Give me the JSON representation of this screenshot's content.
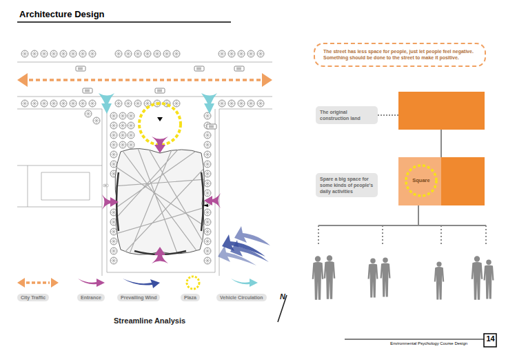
{
  "diagram": {
    "title": "Architecture Design",
    "nodes": [
      {
        "text": [
          "The street has less space for people, just let people feel negative. Something should be done to the street to make it positive."
        ]
      },
      {
        "text": [
          "The original construction land"
        ]
      },
      {
        "text": [
          "Spare a big space for some kinds of people's daily activities"
        ]
      },
      {
        "text": [
          "Square"
        ]
      }
    ],
    "labels": [
      "Streamline Analysis",
      "N",
      "Environmental Psychology Course Design",
      "14"
    ],
    "legend": [
      {
        "text": "City Traffic"
      },
      {
        "text": "Entrance"
      },
      {
        "text": "Prevailing Wind"
      },
      {
        "text": "Plaza"
      },
      {
        "text": "Vehicle Circulation"
      }
    ]
  }
}
